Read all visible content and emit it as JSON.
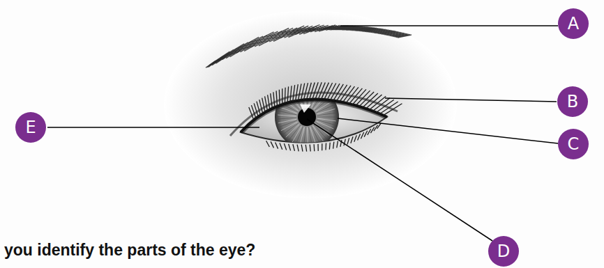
{
  "diagram": {
    "title": "you identify the parts of the eye?",
    "nodes": [
      {
        "text": [
          "A"
        ]
      },
      {
        "text": [
          "B"
        ]
      },
      {
        "text": [
          "E"
        ]
      },
      {
        "text": [
          "C"
        ]
      },
      {
        "text": [
          "D"
        ]
      }
    ]
  }
}
